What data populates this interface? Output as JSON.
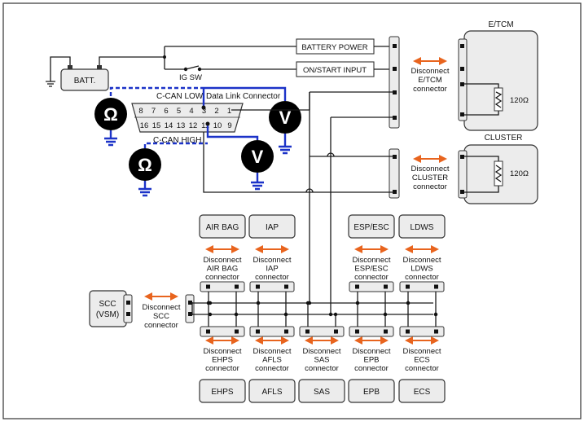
{
  "colors": {
    "can_wire": "#1c33c8",
    "arrow": "#e8641e",
    "meter_fill": "#000000",
    "box_fill": "#ececec"
  },
  "power": {
    "battery_power": "BATTERY POWER",
    "on_start": "ON/START INPUT",
    "ig_sw": "IG SW",
    "batt": "BATT."
  },
  "dlc": {
    "title": "Data Link Connector",
    "can_low": "C-CAN LOW",
    "can_high": "C-CAN HIGH",
    "top_pins": [
      "8",
      "7",
      "6",
      "5",
      "4",
      "3",
      "2",
      "1"
    ],
    "bottom_pins": [
      "16",
      "15",
      "14",
      "13",
      "12",
      "11",
      "10",
      "9"
    ]
  },
  "meters": {
    "ohm": "Ω",
    "volt": "V"
  },
  "etcm": {
    "title": "E/TCM",
    "resistor": "120Ω",
    "disconnect": [
      "Disconnect",
      "E/TCM",
      "connector"
    ]
  },
  "cluster": {
    "title": "CLUSTER",
    "resistor": "120Ω",
    "disconnect": [
      "Disconnect",
      "CLUSTER",
      "connector"
    ]
  },
  "scc": {
    "label": [
      "SCC",
      "(VSM)"
    ],
    "disconnect": [
      "Disconnect",
      "SCC",
      "connector"
    ]
  },
  "top_modules": [
    {
      "name": "AIR BAG",
      "disconnect": [
        "Disconnect",
        "AIR BAG",
        "connector"
      ]
    },
    {
      "name": "IAP",
      "disconnect": [
        "Disconnect",
        "IAP",
        "connector"
      ]
    },
    {
      "name": "ESP/ESC",
      "disconnect": [
        "Disconnect",
        "ESP/ESC",
        "connector"
      ]
    },
    {
      "name": "LDWS",
      "disconnect": [
        "Disconnect",
        "LDWS",
        "connector"
      ]
    }
  ],
  "bottom_modules": [
    {
      "name": "EHPS",
      "disconnect": [
        "Disconnect",
        "EHPS",
        "connector"
      ]
    },
    {
      "name": "AFLS",
      "disconnect": [
        "Disconnect",
        "AFLS",
        "connector"
      ]
    },
    {
      "name": "SAS",
      "disconnect": [
        "Disconnect",
        "SAS",
        "connector"
      ]
    },
    {
      "name": "EPB",
      "disconnect": [
        "Disconnect",
        "EPB",
        "connector"
      ]
    },
    {
      "name": "ECS",
      "disconnect": [
        "Disconnect",
        "ECS",
        "connector"
      ]
    }
  ]
}
